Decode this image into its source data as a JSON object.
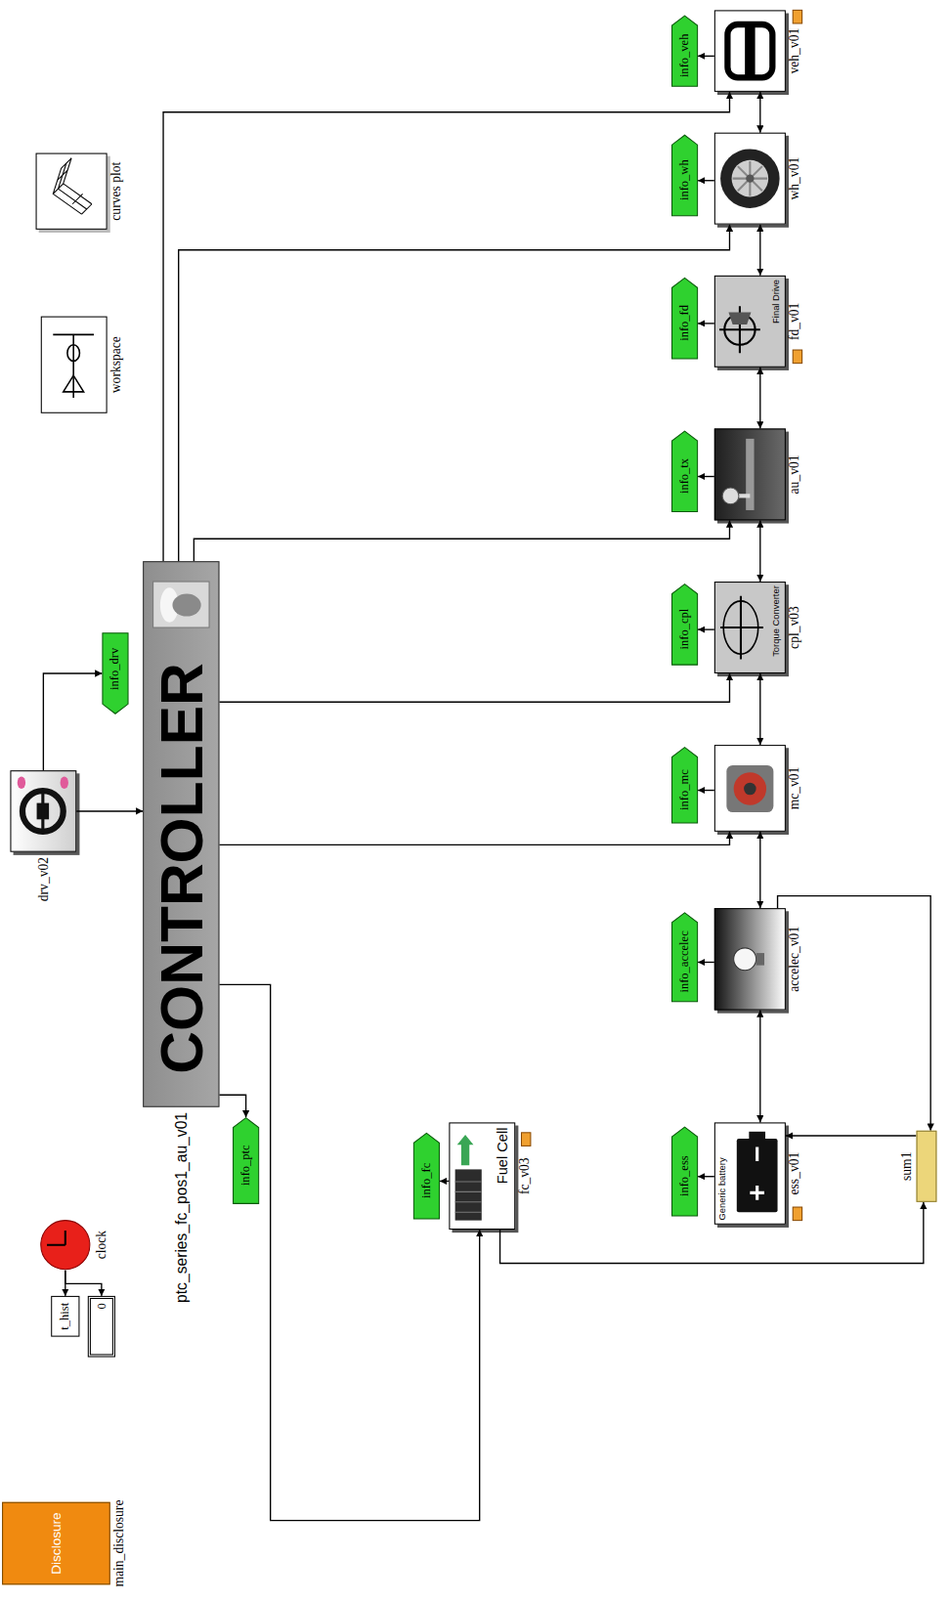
{
  "diagram": {
    "nodes": [
      {
        "text": [
          "Disclosure",
          "main_disclosure"
        ]
      },
      {
        "text": [
          "clock"
        ]
      },
      {
        "text": [
          "t_hist"
        ]
      },
      {
        "text": [
          "0"
        ]
      },
      {
        "text": [
          "drv_v02"
        ]
      },
      {
        "text": [
          "info_drv"
        ]
      },
      {
        "text": [
          "CONTROLLER",
          "ptc_series_fc_pos1_au_v01"
        ]
      },
      {
        "text": [
          "info_ptc"
        ]
      },
      {
        "text": [
          "workspace"
        ]
      },
      {
        "text": [
          "curves plot"
        ]
      },
      {
        "text": [
          "info_fc"
        ]
      },
      {
        "text": [
          "Fuel Cell",
          "fc_v03"
        ]
      },
      {
        "text": [
          "info_ess"
        ]
      },
      {
        "text": [
          "Generic battery",
          "ess_v01"
        ]
      },
      {
        "text": [
          "sum1"
        ]
      },
      {
        "text": [
          "info_accelec"
        ]
      },
      {
        "text": [
          "accelec_v01"
        ]
      },
      {
        "text": [
          "info_mc"
        ]
      },
      {
        "text": [
          "mc_v01"
        ]
      },
      {
        "text": [
          "info_cpl"
        ]
      },
      {
        "text": [
          "Torque Converter",
          "cpl_v03"
        ]
      },
      {
        "text": [
          "info_tx"
        ]
      },
      {
        "text": [
          "au_v01"
        ]
      },
      {
        "text": [
          "info_fd"
        ]
      },
      {
        "text": [
          "Final Drive",
          "fd_v01"
        ]
      },
      {
        "text": [
          "info_wh"
        ]
      },
      {
        "text": [
          "wh_v01"
        ]
      },
      {
        "text": [
          "info_veh"
        ]
      },
      {
        "text": [
          "veh_v01"
        ]
      }
    ],
    "edges": [
      {
        "from": 1,
        "to": 2,
        "arrow": "to"
      },
      {
        "from": 1,
        "to": 3,
        "arrow": "to"
      },
      {
        "from": 4,
        "to": 6,
        "arrow": "to"
      },
      {
        "from": 4,
        "to": 5,
        "arrow": "to"
      },
      {
        "from": 6,
        "to": 7,
        "arrow": "to"
      },
      {
        "from": 6,
        "to": 11,
        "arrow": "to"
      },
      {
        "from": 6,
        "to": 18,
        "arrow": "to"
      },
      {
        "from": 6,
        "to": 20,
        "arrow": "to"
      },
      {
        "from": 6,
        "to": 22,
        "arrow": "to"
      },
      {
        "from": 6,
        "to": 26,
        "arrow": "to"
      },
      {
        "from": 6,
        "to": 28,
        "arrow": "to"
      },
      {
        "from": 11,
        "to": 10,
        "arrow": "to"
      },
      {
        "from": 13,
        "to": 12,
        "arrow": "to"
      },
      {
        "from": 16,
        "to": 15,
        "arrow": "to"
      },
      {
        "from": 18,
        "to": 17,
        "arrow": "to"
      },
      {
        "from": 20,
        "to": 19,
        "arrow": "to"
      },
      {
        "from": 22,
        "to": 21,
        "arrow": "to"
      },
      {
        "from": 24,
        "to": 23,
        "arrow": "to"
      },
      {
        "from": 26,
        "to": 25,
        "arrow": "to"
      },
      {
        "from": 28,
        "to": 27,
        "arrow": "to"
      },
      {
        "from": 13,
        "to": 16,
        "arrow": "both"
      },
      {
        "from": 16,
        "to": 18,
        "arrow": "both"
      },
      {
        "from": 18,
        "to": 20,
        "arrow": "both"
      },
      {
        "from": 20,
        "to": 22,
        "arrow": "both"
      },
      {
        "from": 22,
        "to": 24,
        "arrow": "both"
      },
      {
        "from": 24,
        "to": 26,
        "arrow": "both"
      },
      {
        "from": 26,
        "to": 28,
        "arrow": "both"
      },
      {
        "from": 11,
        "to": 14,
        "arrow": "to"
      },
      {
        "from": 16,
        "to": 14,
        "arrow": "to"
      },
      {
        "from": 14,
        "to": 13,
        "arrow": "to"
      }
    ]
  }
}
